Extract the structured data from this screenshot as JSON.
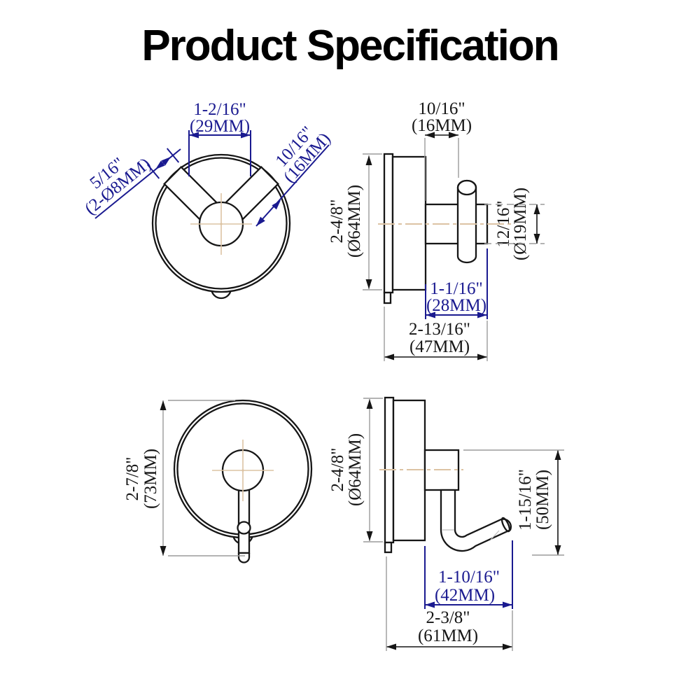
{
  "title": "Product Specification",
  "colors": {
    "drawing_line": "#161616",
    "dimension_blue": "#1a1a90",
    "centerline_tan": "#dcc3a3",
    "extension_grey": "#9b9b9b"
  },
  "dims": {
    "v1_width": {
      "in": "1-2/16\"",
      "mm": "(29MM)"
    },
    "v1_prong_dia": {
      "in": "5/16\"",
      "mm": "(2-Ø8MM)"
    },
    "v1_prong_len": {
      "in": "10/16\"",
      "mm": "(16MM)"
    },
    "v2_offset": {
      "in": "10/16\"",
      "mm": "(16MM)"
    },
    "v2_dia": {
      "in": "2-4/8\"",
      "mm": "(Ø64MM)"
    },
    "v2_arm_dia": {
      "in": "12/16\"",
      "mm": "(Ø19MM)"
    },
    "v2_proj_inner": {
      "in": "1-1/16\"",
      "mm": "(28MM)"
    },
    "v2_depth": {
      "in": "2-13/16\"",
      "mm": "(47MM)"
    },
    "v3_height": {
      "in": "2-7/8\"",
      "mm": "(73MM)"
    },
    "v4_dia": {
      "in": "2-4/8\"",
      "mm": "(Ø64MM)"
    },
    "v4_drop": {
      "in": "1-15/16\"",
      "mm": "(50MM)"
    },
    "v4_proj_inner": {
      "in": "1-10/16\"",
      "mm": "(42MM)"
    },
    "v4_depth": {
      "in": "2-3/8\"",
      "mm": "(61MM)"
    }
  }
}
